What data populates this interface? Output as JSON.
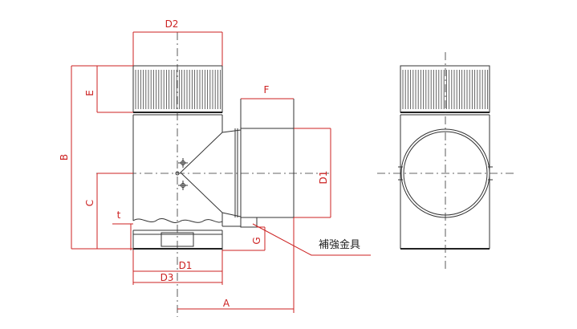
{
  "labels": {
    "D2": "D2",
    "E": "E",
    "F": "F",
    "B": "B",
    "C": "C",
    "D1_side": "D1",
    "t": "t",
    "G": "G",
    "D1_bottom": "D1",
    "D3": "D3",
    "A": "A",
    "reinforcement": "補強金具"
  },
  "colors": {
    "dimension": "#cc2222",
    "outline": "#333333"
  }
}
